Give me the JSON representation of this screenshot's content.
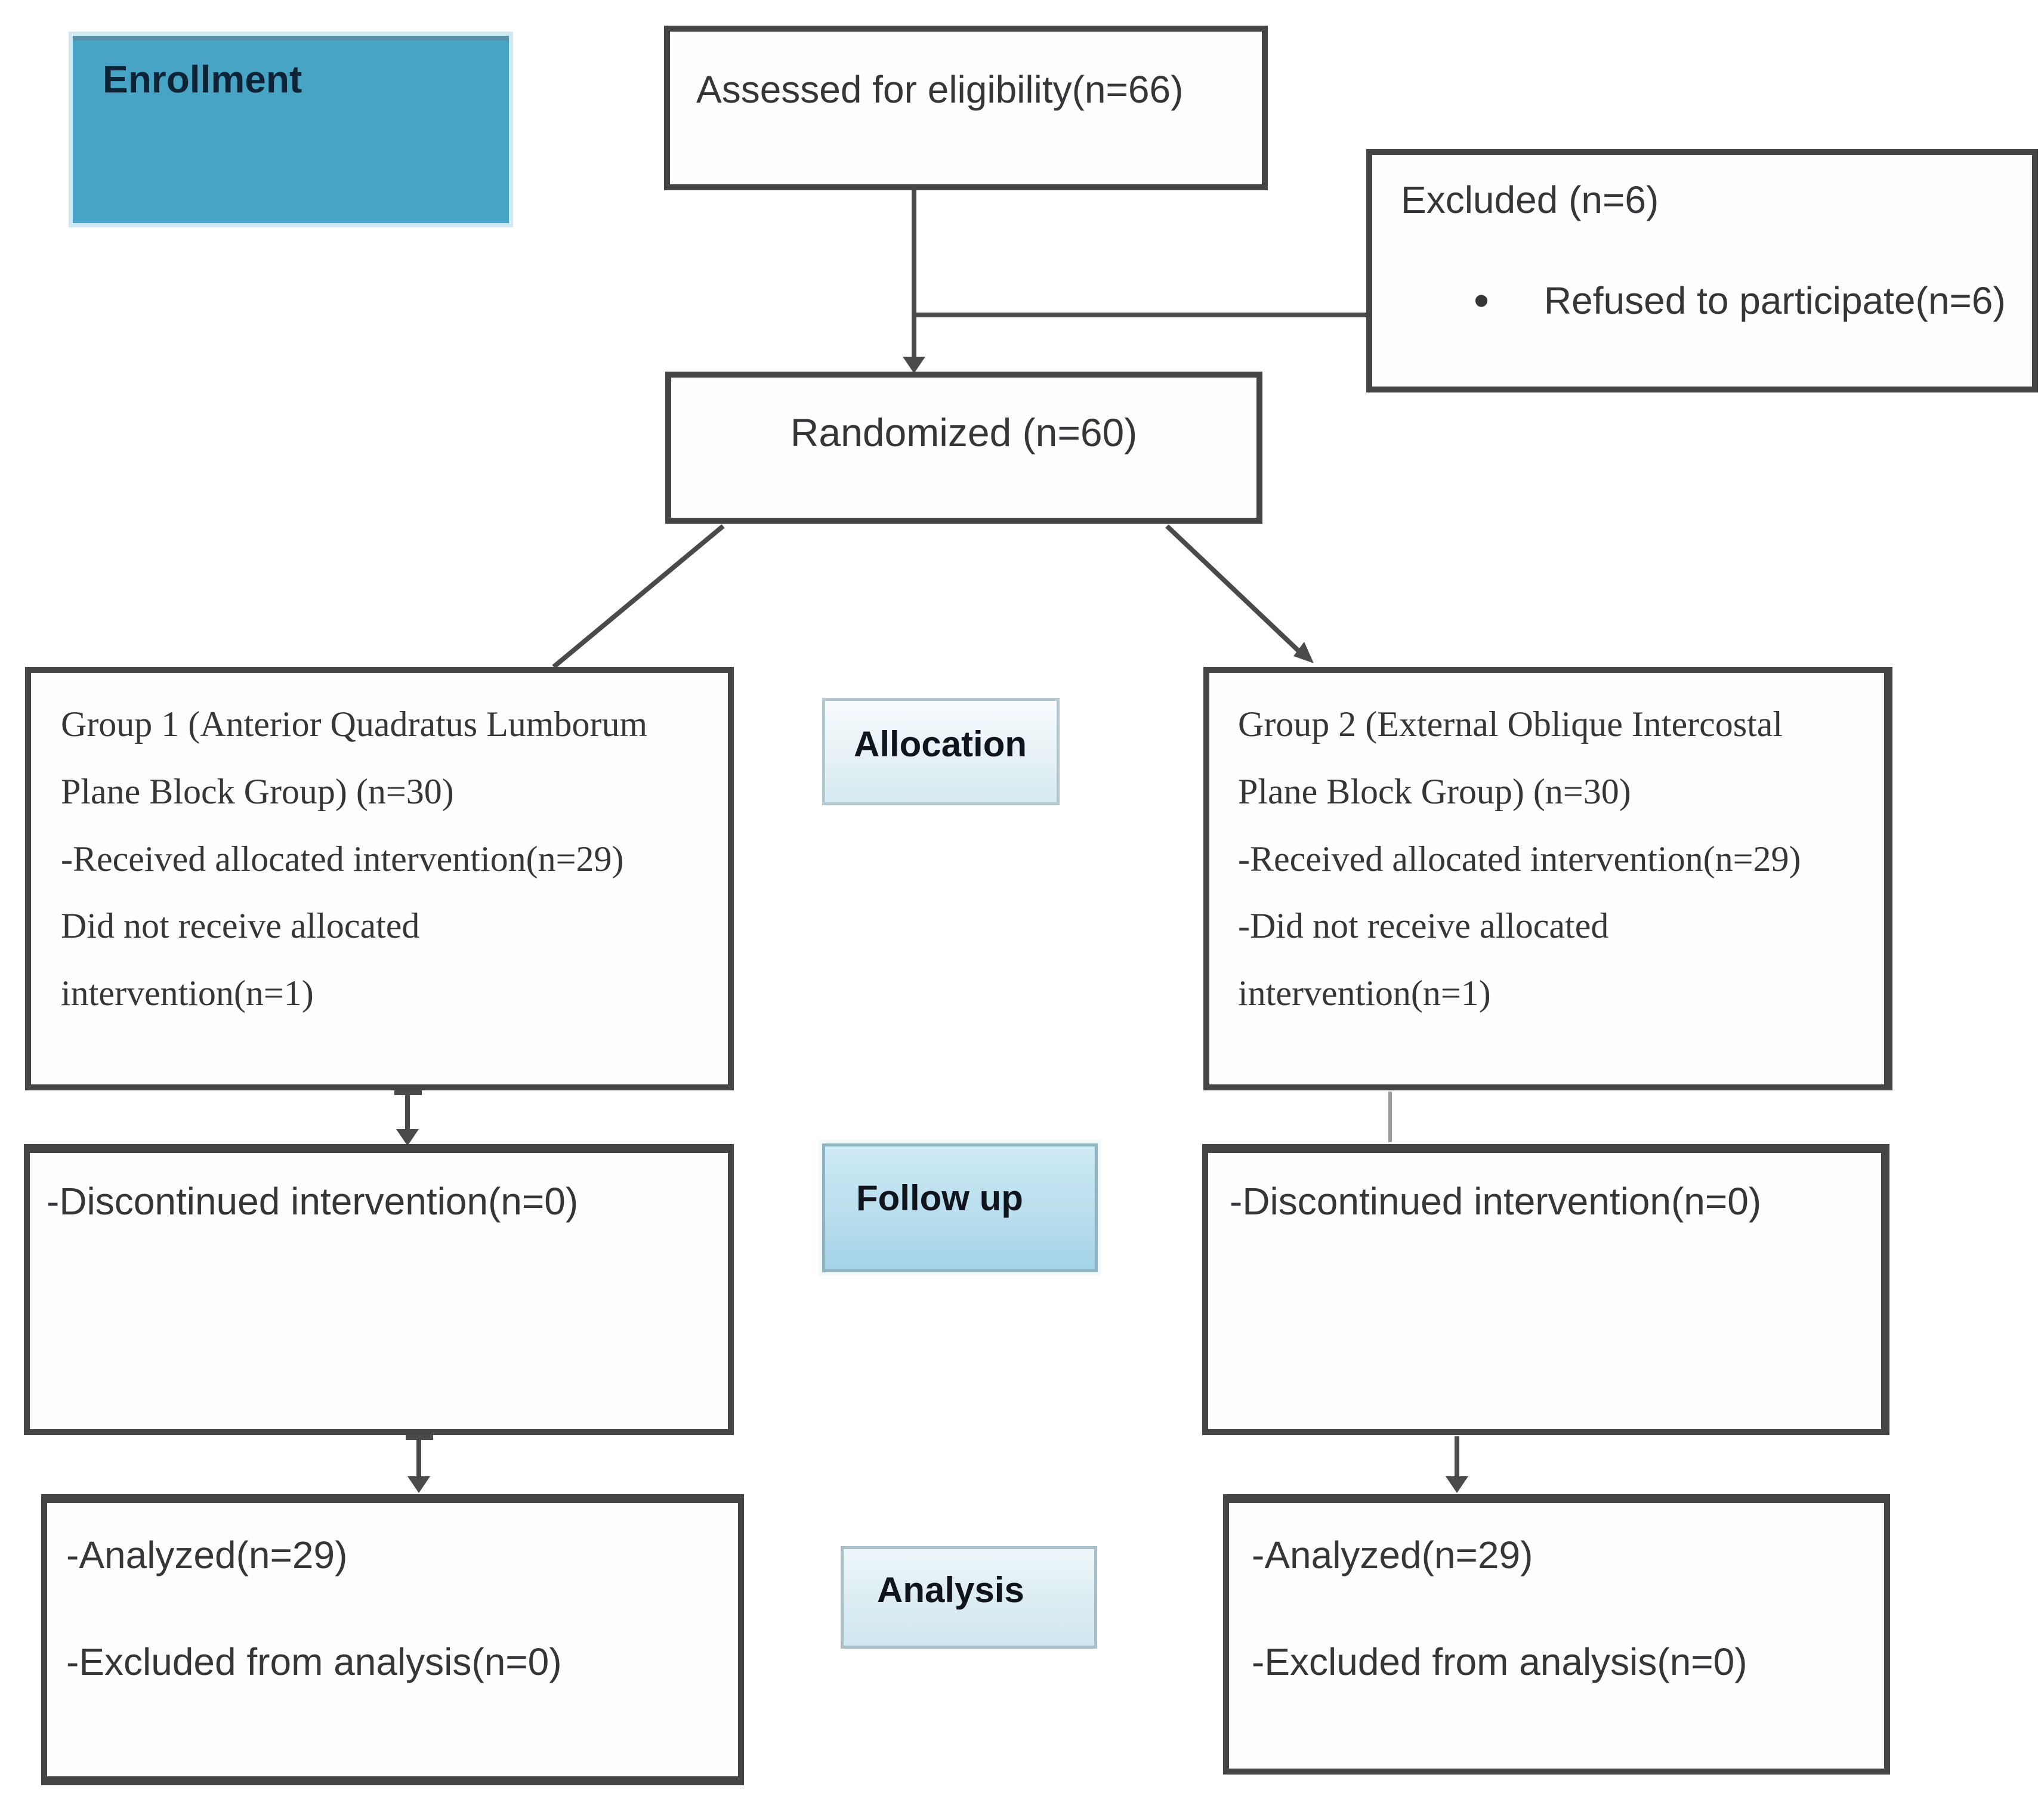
{
  "stages": {
    "enrollment": "Enrollment",
    "allocation": "Allocation",
    "follow_up": "Follow up",
    "analysis": "Analysis"
  },
  "nodes": {
    "assessed": {
      "text": "Assessed for eligibility(n=66)"
    },
    "excluded": {
      "title": "Excluded (n=6)",
      "bullet_glyph": "•",
      "reason": "Refused to participate(n=6)"
    },
    "randomized": {
      "text": "Randomized (n=60)"
    },
    "group1": {
      "title_line1": "Group 1 (Anterior Quadratus Lumborum",
      "title_line2": "Plane Block Group) (n=30)",
      "received": "-Received allocated intervention(n=29)",
      "not_received_line1": "Did not receive allocated",
      "not_received_line2": "intervention(n=1)"
    },
    "group2": {
      "title_line1": "Group 2 (External Oblique Intercostal",
      "title_line2": "Plane Block Group) (n=30)",
      "received": "-Received allocated intervention(n=29)",
      "not_received_line1": "-Did not receive allocated",
      "not_received_line2": "intervention(n=1)"
    },
    "followup_left": {
      "text": "-Discontinued intervention(n=0)"
    },
    "followup_right": {
      "text": "-Discontinued intervention(n=0)"
    },
    "analysis_left": {
      "analyzed": "-Analyzed(n=29)",
      "excluded": "-Excluded from analysis(n=0)"
    },
    "analysis_right": {
      "analyzed": "-Analyzed(n=29)",
      "excluded": "-Excluded from analysis(n=0)"
    }
  },
  "colors": {
    "enrollment_fill": "#47a4c4",
    "enrollment_text": "#0d2436",
    "enrollment_halo": "#cfe9f4",
    "box_border": "#454545",
    "box_fill": "#fefefe",
    "text": "#363639",
    "line": "#4a4a4a",
    "line_faint": "#9c9c9c",
    "label_text": "#10151d",
    "alloc_grad_top": "#f7fbfd",
    "alloc_grad_bottom": "#d5eaf1",
    "alloc_border": "#b4c9cf",
    "followup_grad_top": "#cde9f5",
    "followup_grad_bottom": "#a5d3e7",
    "followup_border": "#8fb5c3",
    "analysis_grad_top": "#eef7fa",
    "analysis_grad_bottom": "#cfe7ef",
    "analysis_border": "#a9bec6"
  }
}
